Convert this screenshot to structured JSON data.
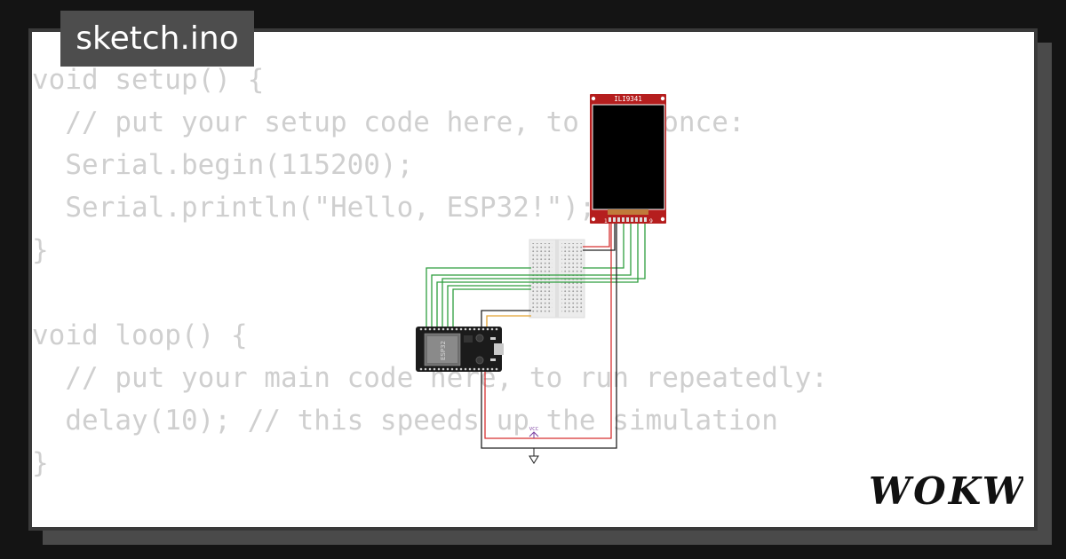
{
  "file_tab": {
    "label": "sketch.ino"
  },
  "code": {
    "lines": [
      "void setup() {",
      "  // put your setup code here, to run once:",
      "  Serial.begin(115200);",
      "  Serial.println(\"Hello, ESP32!\");",
      "}",
      "",
      "void loop() {",
      "  // put your main code here, to run repeatedly:",
      "  delay(10); // this speeds up the simulation",
      "}"
    ]
  },
  "circuit": {
    "display_label": "ILI9341",
    "display_pin_first": "1",
    "display_pin_last": "9",
    "board_label": "ESP32",
    "vcc_label": "VCC",
    "wire_colors": {
      "green": "#2e9e3e",
      "red": "#d63131",
      "black": "#222222",
      "orange": "#e2a233"
    }
  },
  "brand": {
    "logo": "WOKWi"
  },
  "colors": {
    "code_text": "#cfcfcf",
    "tab_bg": "#4d4d4d",
    "display_pcb": "#b51e1e",
    "board": "#1b1b1b"
  }
}
